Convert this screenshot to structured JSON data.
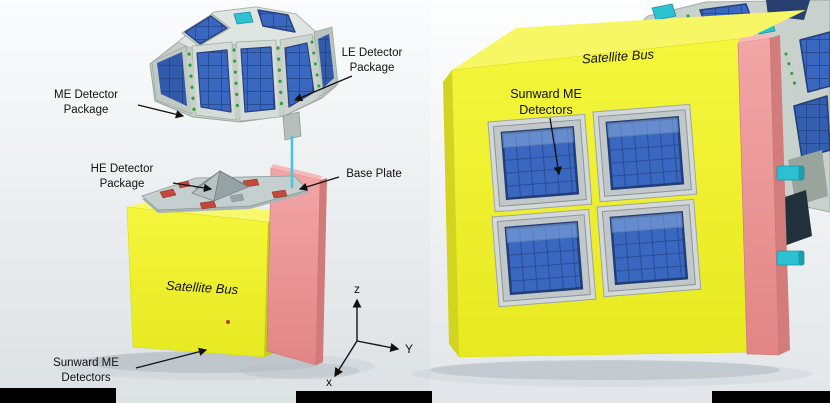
{
  "colors": {
    "satellite_bus_yellow": "#eef02c",
    "base_plate_pink": "#ec9797",
    "detector_panel_blue": "#3a67bf",
    "detector_grid_blue": "#26498f",
    "connector_teal": "#2cc2d2",
    "led_green": "#2f9e3c",
    "label_text": "#111111",
    "background_top": "#fbfcfd",
    "background_bottom": "#dde2e5"
  },
  "left_view": {
    "labels": {
      "me_detector_package": "ME Detector Package",
      "le_detector_package": "LE Detector Package",
      "he_detector_package": "HE Detector Package",
      "base_plate": "Base Plate",
      "satellite_bus": "Satellite Bus",
      "sunward_me_detectors": "Sunward ME Detectors"
    },
    "axes": {
      "z": "z",
      "y": "Y",
      "x": "x"
    }
  },
  "right_view": {
    "labels": {
      "satellite_bus": "Satellite Bus",
      "sunward_me_detectors": "Sunward ME Detectors"
    }
  }
}
